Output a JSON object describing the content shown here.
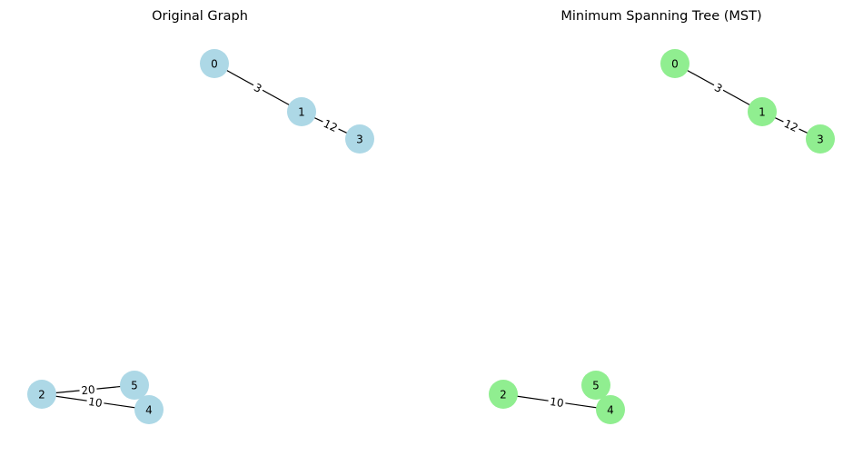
{
  "panels": [
    {
      "id": "original",
      "title": "Original Graph",
      "node_color": "#add8e6",
      "nodes": [
        "0",
        "1",
        "2",
        "3",
        "4",
        "5"
      ],
      "edges": [
        {
          "from": "0",
          "to": "1",
          "weight": "3"
        },
        {
          "from": "1",
          "to": "3",
          "weight": "12"
        },
        {
          "from": "2",
          "to": "5",
          "weight": "20"
        },
        {
          "from": "2",
          "to": "4",
          "weight": "10"
        }
      ]
    },
    {
      "id": "mst",
      "title": "Minimum Spanning Tree (MST)",
      "node_color": "#90ee90",
      "nodes": [
        "0",
        "1",
        "2",
        "3",
        "4",
        "5"
      ],
      "edges": [
        {
          "from": "0",
          "to": "1",
          "weight": "3"
        },
        {
          "from": "1",
          "to": "3",
          "weight": "12"
        },
        {
          "from": "2",
          "to": "4",
          "weight": "10"
        }
      ]
    }
  ]
}
